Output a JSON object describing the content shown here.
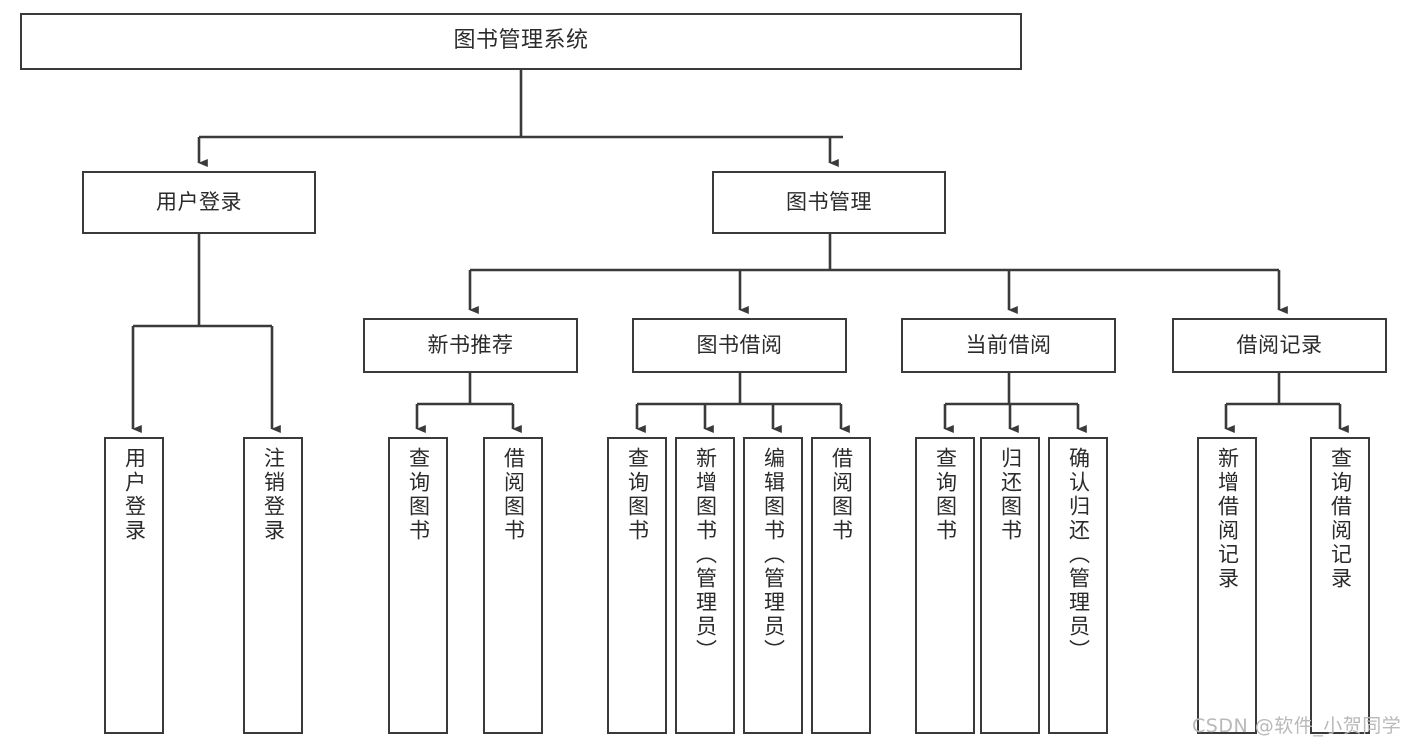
{
  "diagram": {
    "title": "图书管理系统",
    "type": "hierarchy-tree",
    "watermark": "CSDN @软件_小贺同学",
    "colors": {
      "background": "#ffffff",
      "box_border": "#3a3a3a",
      "box_fill": "#ffffff",
      "connector": "#3a3a3a",
      "text": "#2b2b2b",
      "watermark": "#b9b9b9"
    },
    "root": {
      "label": "图书管理系统"
    },
    "level1": [
      {
        "key": "user_login",
        "label": "用户登录"
      },
      {
        "key": "book_manage",
        "label": "图书管理"
      }
    ],
    "level2": [
      {
        "key": "new_book_rec",
        "label": "新书推荐",
        "parent": "book_manage"
      },
      {
        "key": "book_borrow",
        "label": "图书借阅",
        "parent": "book_manage"
      },
      {
        "key": "current_borrow",
        "label": "当前借阅",
        "parent": "book_manage"
      },
      {
        "key": "borrow_record",
        "label": "借阅记录",
        "parent": "book_manage"
      }
    ],
    "leaves": [
      {
        "key": "l1",
        "label": "用户登录",
        "parent": "user_login"
      },
      {
        "key": "l2",
        "label": "注销登录",
        "parent": "user_login"
      },
      {
        "key": "l3",
        "label": "查询图书",
        "parent": "new_book_rec"
      },
      {
        "key": "l4",
        "label": "借阅图书",
        "parent": "new_book_rec"
      },
      {
        "key": "l5",
        "label": "查询图书",
        "parent": "book_borrow"
      },
      {
        "key": "l6",
        "label": "新增图书（管理员）",
        "parent": "book_borrow"
      },
      {
        "key": "l7",
        "label": "编辑图书（管理员）",
        "parent": "book_borrow"
      },
      {
        "key": "l8",
        "label": "借阅图书",
        "parent": "book_borrow"
      },
      {
        "key": "l9",
        "label": "查询图书",
        "parent": "current_borrow"
      },
      {
        "key": "l10",
        "label": "归还图书",
        "parent": "current_borrow"
      },
      {
        "key": "l11",
        "label": "确认归还（管理员）",
        "parent": "current_borrow"
      },
      {
        "key": "l12",
        "label": "新增借阅记录",
        "parent": "borrow_record"
      },
      {
        "key": "l13",
        "label": "查询借阅记录",
        "parent": "borrow_record"
      }
    ]
  }
}
